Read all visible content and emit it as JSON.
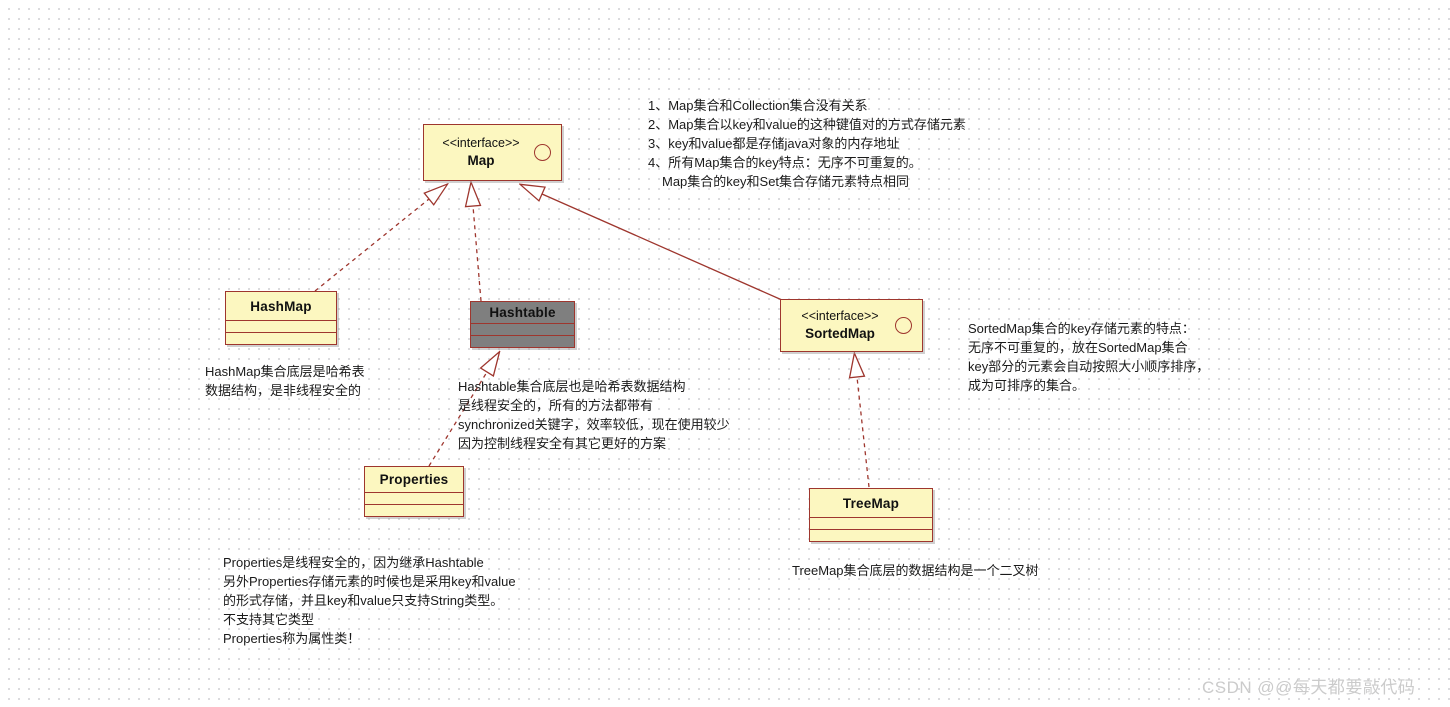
{
  "diagram": {
    "classes": {
      "map": {
        "stereotype": "<<interface>>",
        "name": "Map"
      },
      "hashmap": {
        "name": "HashMap"
      },
      "hashtable": {
        "name": "Hashtable"
      },
      "sortedmap": {
        "stereotype": "<<interface>>",
        "name": "SortedMap"
      },
      "properties": {
        "name": "Properties"
      },
      "treemap": {
        "name": "TreeMap"
      }
    },
    "relations": [
      {
        "from": "HashMap",
        "to": "Map",
        "style": "dashed",
        "arrow": "hollow-triangle"
      },
      {
        "from": "Hashtable",
        "to": "Map",
        "style": "dashed",
        "arrow": "hollow-triangle"
      },
      {
        "from": "SortedMap",
        "to": "Map",
        "style": "solid",
        "arrow": "hollow-triangle"
      },
      {
        "from": "Properties",
        "to": "Hashtable",
        "style": "dashed",
        "arrow": "hollow-triangle"
      },
      {
        "from": "TreeMap",
        "to": "SortedMap",
        "style": "dashed",
        "arrow": "hollow-triangle"
      }
    ],
    "annotations": {
      "map_notes": {
        "lines": [
          "1、Map集合和Collection集合没有关系",
          "2、Map集合以key和value的这种键值对的方式存储元素",
          "3、key和value都是存储java对象的内存地址",
          "4、所有Map集合的key特点：无序不可重复的。",
          "Map集合的key和Set集合存储元素特点相同"
        ]
      },
      "hashmap_note": {
        "lines": [
          "HashMap集合底层是哈希表",
          "数据结构，是非线程安全的"
        ]
      },
      "hashtable_note": {
        "lines": [
          "Hashtable集合底层也是哈希表数据结构",
          "是线程安全的，所有的方法都带有",
          "synchronized关键字，效率较低，现在使用较少",
          "因为控制线程安全有其它更好的方案"
        ]
      },
      "sortedmap_note": {
        "lines": [
          "SortedMap集合的key存储元素的特点：",
          "无序不可重复的，放在SortedMap集合",
          "key部分的元素会自动按照大小顺序排序，",
          "成为可排序的集合。"
        ]
      },
      "properties_note": {
        "lines": [
          "Properties是线程安全的，因为继承Hashtable",
          "另外Properties存储元素的时候也是采用key和value",
          "的形式存储，并且key和value只支持String类型。",
          "不支持其它类型",
          "Properties称为属性类！"
        ]
      },
      "treemap_note": {
        "lines": [
          "TreeMap集合底层的数据结构是一个二叉树"
        ]
      }
    },
    "colors": {
      "node_fill": "#FCF7C0",
      "node_border": "#9E362E",
      "hashtable_fill": "#7F7F7F",
      "connector": "#9E362E",
      "note_text": "#1A1A1A",
      "watermark_text": "#CBCBCB",
      "grid_dot": "#D7D7DA"
    }
  },
  "watermark": {
    "text": "CSDN @@每天都要敲代码"
  }
}
